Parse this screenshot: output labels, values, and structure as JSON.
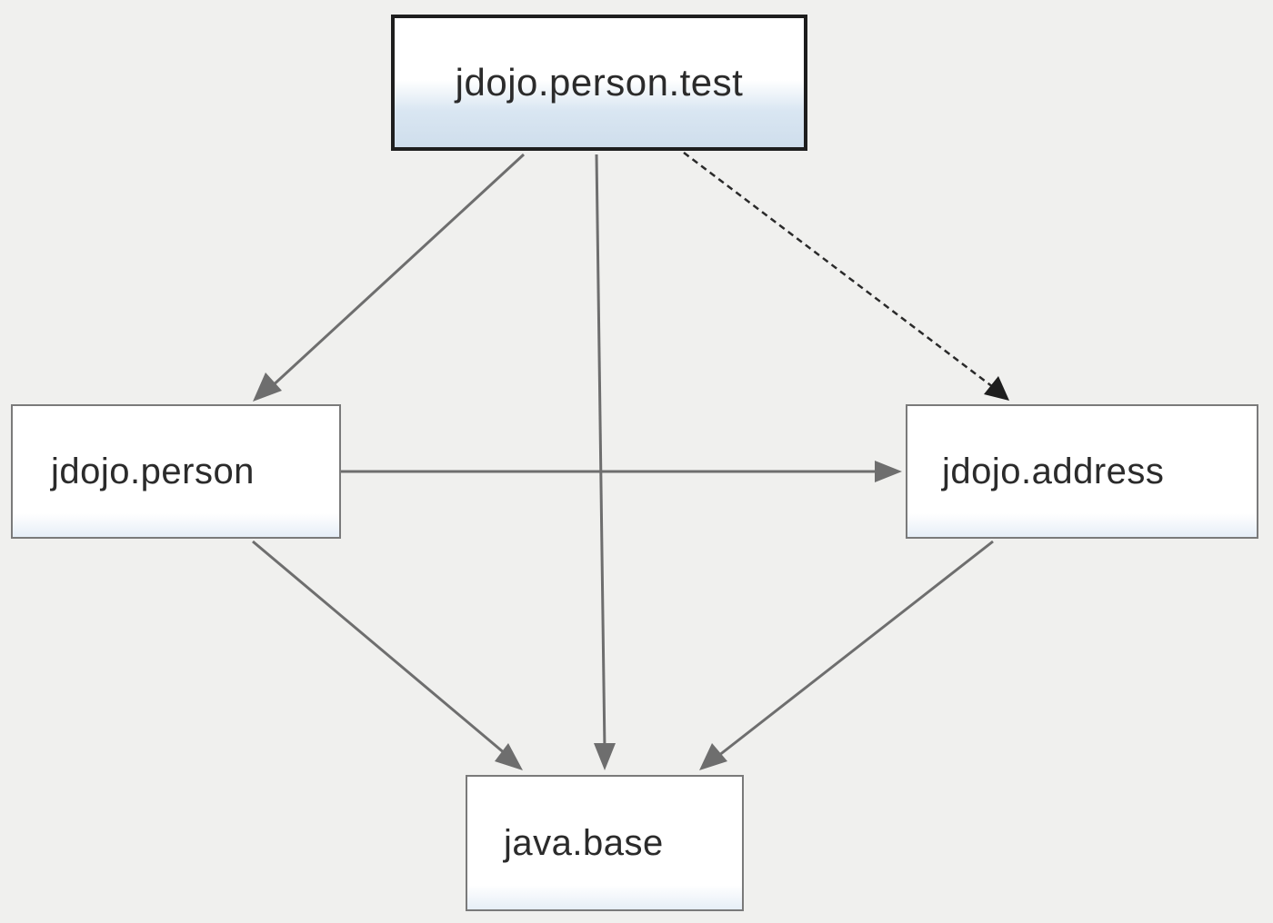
{
  "nodes": {
    "root": {
      "label": "jdojo.person.test"
    },
    "person": {
      "label": "jdojo.person"
    },
    "address": {
      "label": "jdojo.address"
    },
    "base": {
      "label": "java.base"
    }
  },
  "edges": [
    {
      "from": "jdojo.person.test",
      "to": "jdojo.person",
      "style": "solid"
    },
    {
      "from": "jdojo.person.test",
      "to": "java.base",
      "style": "solid"
    },
    {
      "from": "jdojo.person.test",
      "to": "jdojo.address",
      "style": "dashed"
    },
    {
      "from": "jdojo.person",
      "to": "jdojo.address",
      "style": "solid"
    },
    {
      "from": "jdojo.person",
      "to": "java.base",
      "style": "solid"
    },
    {
      "from": "jdojo.address",
      "to": "java.base",
      "style": "solid"
    }
  ],
  "colors": {
    "background": "#f0f0ee",
    "edge": "#6e6e6e",
    "dashed_edge": "#2a2a2a",
    "root_border": "#1e1e1e",
    "node_border": "#7a7a7a",
    "node_gradient": "#d9e6f2"
  }
}
